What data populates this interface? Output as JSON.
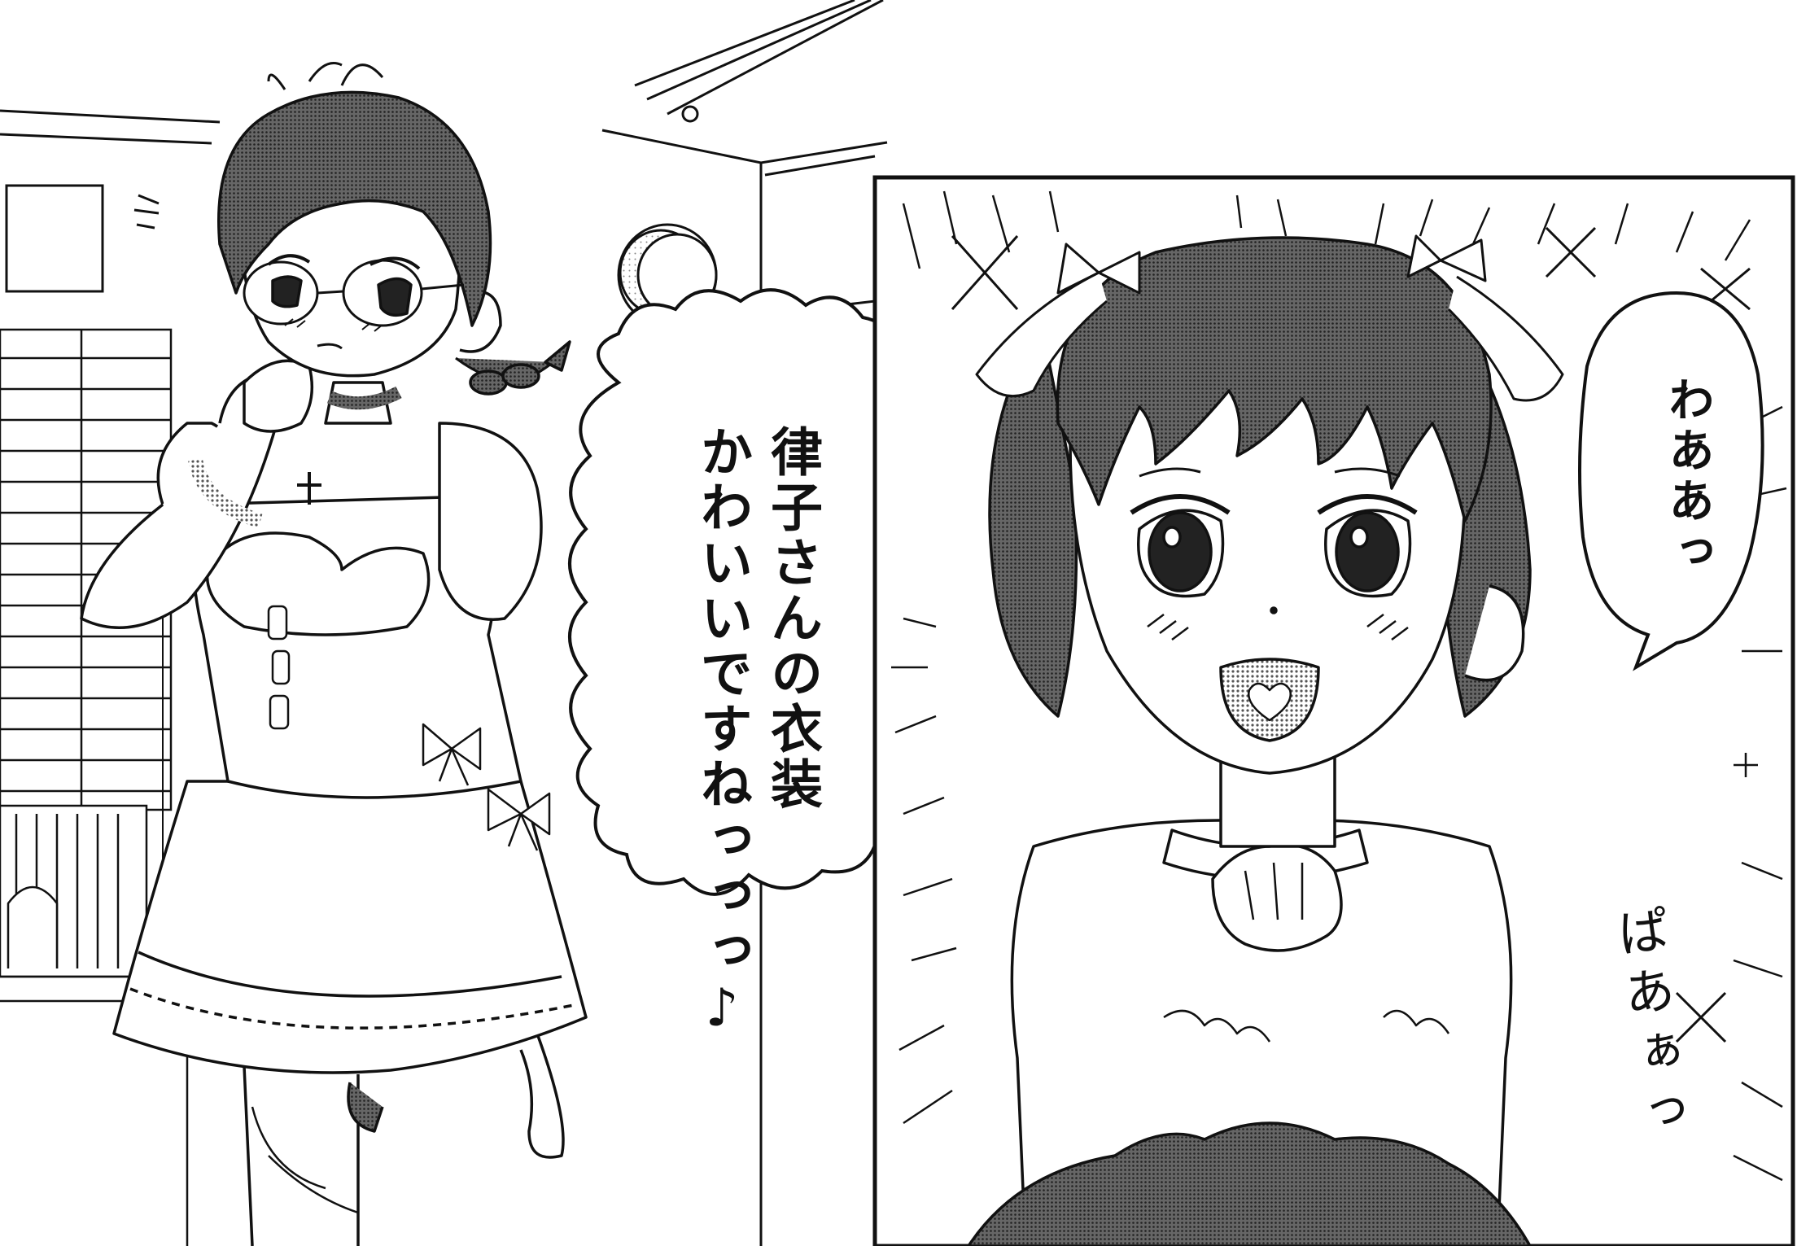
{
  "page": {
    "background": "#ffffff",
    "ink": "#111111",
    "screentone": "#555555"
  },
  "left_panel": {
    "character": "girl-with-glasses-and-braid",
    "icons": [
      "glasses-icon",
      "braid-icon",
      "wall-clock-icon",
      "window-blinds-icon",
      "bookshelf-icon"
    ]
  },
  "right_panel": {
    "character": "girl-with-ribbons",
    "icons": [
      "ribbon-icon",
      "heart-icon",
      "sparkle-icon"
    ]
  },
  "bubbles": {
    "main": {
      "lines": [
        "律子さんの衣装",
        "かわいいですねっっっ♪"
      ]
    },
    "right": {
      "text": "わああっ"
    }
  },
  "sfx": {
    "text": "ぱあぁっ"
  }
}
